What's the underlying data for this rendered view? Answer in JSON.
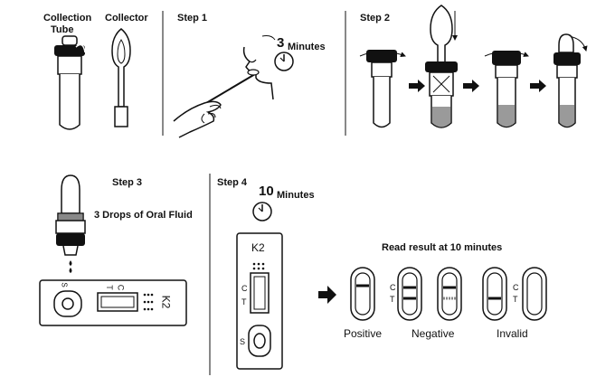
{
  "labels": {
    "collection_tube_1": "Collection",
    "collection_tube_2": "Tube",
    "collector": "Collector",
    "step1": "Step 1",
    "step2": "Step 2",
    "step3": "Step 3",
    "step4": "Step 4",
    "step1_num": "3",
    "step1_unit": "Minutes",
    "step3_note": "3 Drops of  Oral Fluid",
    "step4_num": "10",
    "step4_unit": "Minutes",
    "read_result": "Read result at 10 minutes",
    "cassette_brand": "K2",
    "cassette_s": "S",
    "cassette_c": "C",
    "cassette_t": "T",
    "s_mark": "S",
    "result_c": "C",
    "result_t": "T",
    "positive": "Positive",
    "negative": "Negative",
    "invalid": "Invalid"
  },
  "colors": {
    "ink": "#111111",
    "fluid": "#9a9a9a",
    "red_line": "#b02020",
    "grey_band": "#888888"
  }
}
